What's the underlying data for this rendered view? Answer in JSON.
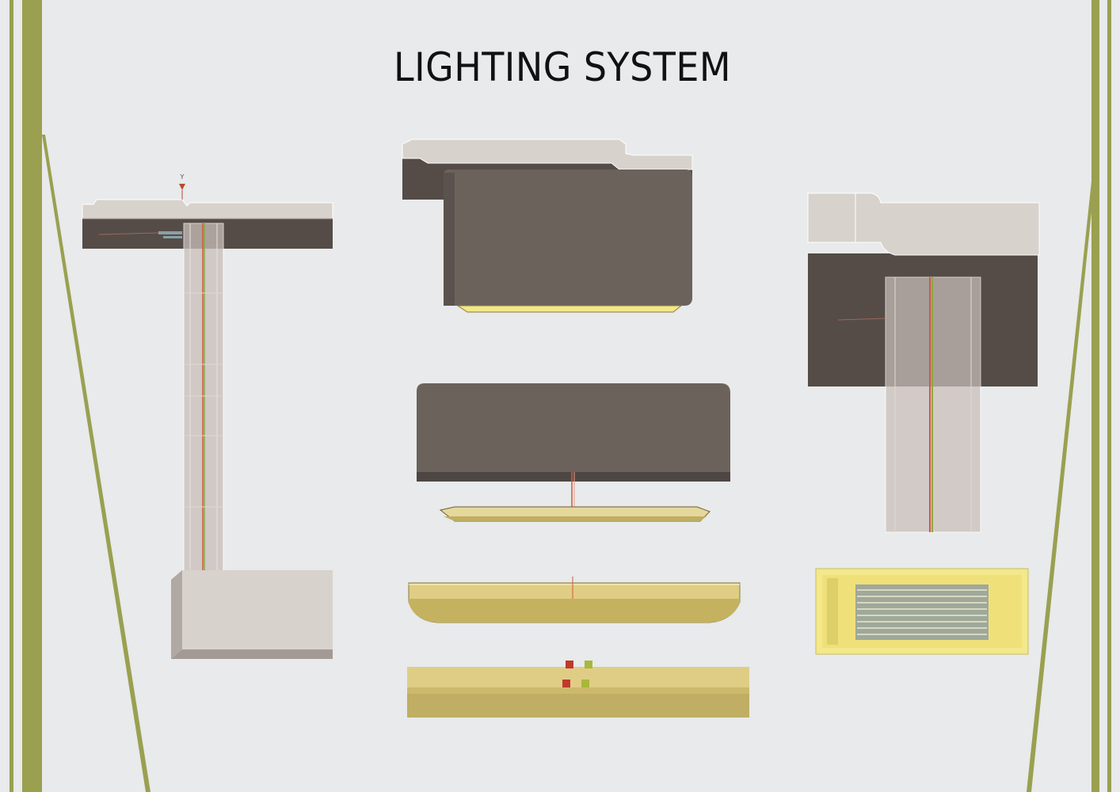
{
  "title": "LIGHTING SYSTEM",
  "colors": {
    "background": "#e8eaeb",
    "accent_stripe": "#9aa050",
    "housing_dark": "#6b625c",
    "housing_shadow": "#4e4642",
    "cover_light": "#d8d2cd",
    "diffuser_yellow": "#e6d89a",
    "lens_yellow": "#f3e88a",
    "conduit": "#b8aaa4",
    "wire_red": "#d05a3a",
    "wire_green": "#8ea644",
    "led_red": "#c0392b",
    "led_green": "#a8b83a"
  },
  "views": [
    {
      "name": "side-section"
    },
    {
      "name": "front-housing-top"
    },
    {
      "name": "front-housing-exploded"
    },
    {
      "name": "diffuser-elevation"
    },
    {
      "name": "led-driver-strip"
    },
    {
      "name": "end-section"
    },
    {
      "name": "vent-grille-plan"
    }
  ]
}
